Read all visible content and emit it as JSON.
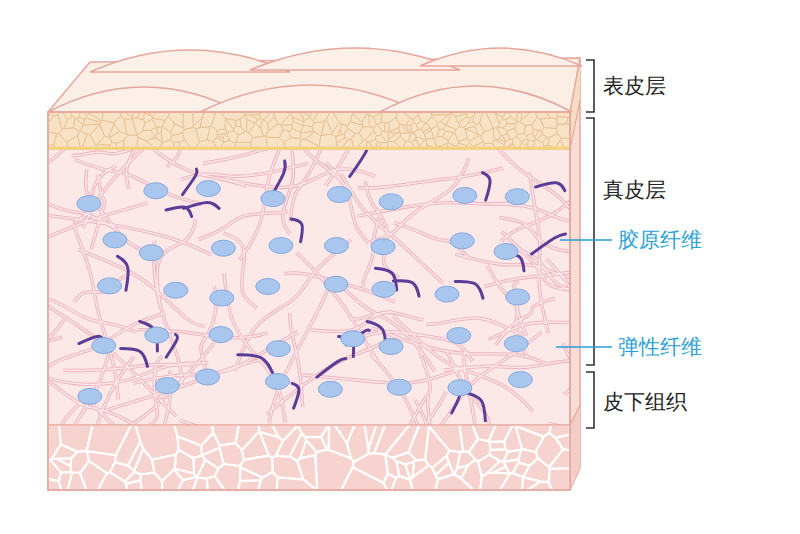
{
  "diagram": {
    "labels": [
      "表皮层",
      "真皮层",
      "胶原纤维",
      "弹性纤维",
      "皮下组织"
    ]
  }
}
